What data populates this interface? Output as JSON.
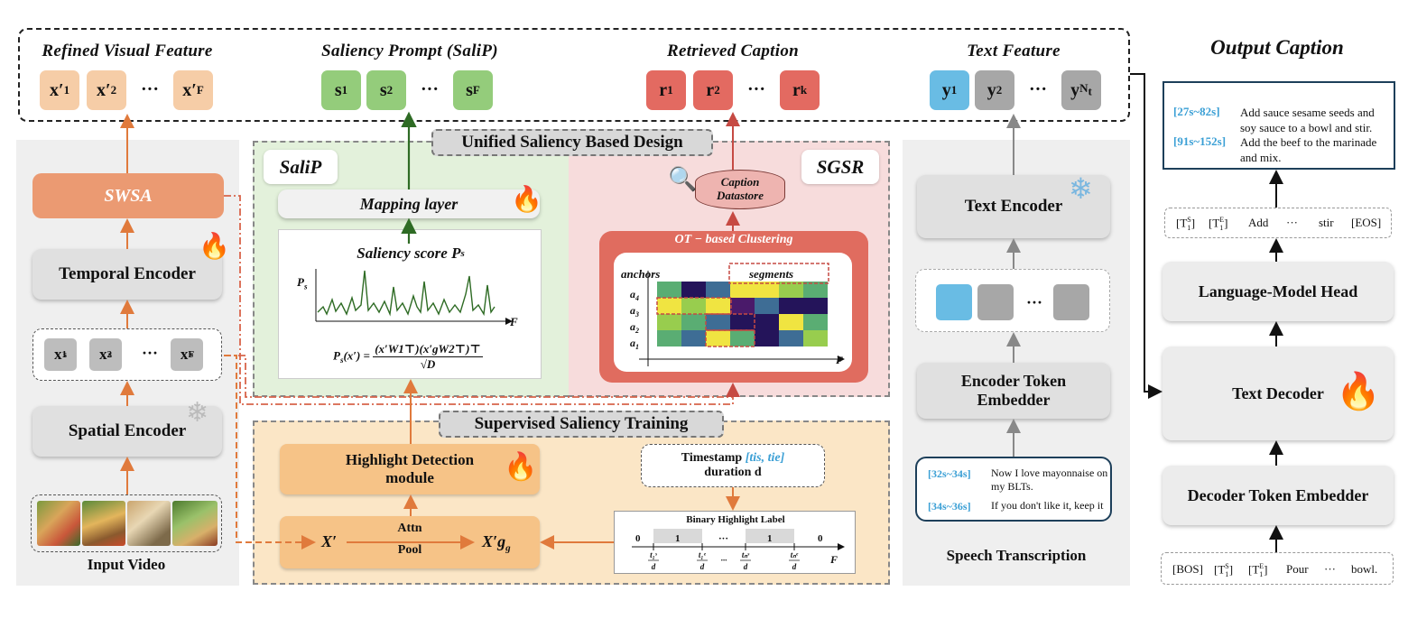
{
  "top": {
    "refined_visual": {
      "title": "Refined Visual Feature",
      "tokens": [
        "x′1",
        "x′2",
        "x′F"
      ]
    },
    "saliency_prompt": {
      "title": "Saliency Prompt (SaliP)",
      "tokens": [
        "s1",
        "s2",
        "sF"
      ]
    },
    "retrieved_caption": {
      "title": "Retrieved Caption",
      "tokens": [
        "r1",
        "r2",
        "rk"
      ]
    },
    "text_feature": {
      "title": "Text Feature",
      "tokens": [
        "y1",
        "y2",
        "yNt"
      ]
    },
    "ellipsis": "···"
  },
  "left": {
    "swsa": "SWSA",
    "temporal_encoder": "Temporal Encoder",
    "spatial_encoder": "Spatial Encoder",
    "tokens": [
      "x1s",
      "x2s",
      "xFs"
    ],
    "input_video": "Input Video"
  },
  "middle": {
    "unified_title": "Unified Saliency Based Design",
    "salip_tag": "SaliP",
    "sgsr_tag": "SGSR",
    "mapping_layer": "Mapping layer",
    "saliency_score": "Saliency score P",
    "ps_axis_y": "P",
    "ps_axis_x": "F",
    "formula_lhs": "P",
    "formula_rhs": "(x′W1⊤)(x′gW2⊤)⊤",
    "formula_den": "√D",
    "caption_datastore": [
      "Caption",
      "Datastore"
    ],
    "ot_title": "OT − based Clustering",
    "anchors": "anchors",
    "segments": "segments",
    "anchor_labels": [
      "a4",
      "a3",
      "a2",
      "a1"
    ],
    "heat_axis_x": "F",
    "supervised_title": "Supervised Saliency Training",
    "highlight_module": [
      "Highlight Detection",
      "module"
    ],
    "x_prime": "X′",
    "attn": "Attn",
    "pool": "Pool",
    "x_prime_g": "X′g",
    "timestamp": "Timestamp",
    "timestamp_math": "[tis, tie]",
    "duration": "duration d",
    "binary_label": "Binary Highlight Label",
    "binary_values": [
      "0",
      "1",
      "···",
      "1",
      "0"
    ],
    "binary_ticks": [
      "t1s/d",
      "t1e/d",
      "···",
      "tns/d",
      "tne/d"
    ],
    "binary_axis": "F"
  },
  "right_col": {
    "text_encoder": "Text Encoder",
    "encoder_embedder": [
      "Encoder Token",
      "Embedder"
    ],
    "embed_dots": "···",
    "transcripts": [
      {
        "time": "[32s~34s]",
        "text": "Now I love mayonnaise on my BLTs."
      },
      {
        "time": "[34s~36s]",
        "text": "If you don't like it, keep it"
      }
    ],
    "speech_label": "Speech Transcription"
  },
  "output": {
    "title": "Output Caption",
    "captions": [
      {
        "time": "[27s~82s]",
        "text": "Add sauce sesame seeds and soy sauce to a bowl and stir."
      },
      {
        "time": "[91s~152s]",
        "text": "Add the beef to the marinade and mix."
      }
    ],
    "out_tokens": [
      "[T1S]",
      "[T1E]",
      "Add",
      "···",
      "stir",
      "[EOS]"
    ],
    "lm_head": "Language-Model Head",
    "text_decoder": "Text Decoder",
    "decoder_embedder": "Decoder Token Embedder",
    "in_tokens": [
      "[BOS]",
      "[T1S]",
      "[T1E]",
      "Pour",
      "···",
      "bowl."
    ]
  },
  "colors": {
    "peach": "#f6cda7",
    "green": "#94cc7b",
    "red": "#e36a61",
    "blue": "#69bce4",
    "orange_arrow": "#e07a3c",
    "dark_green": "#2e6b24",
    "dark_red": "#c64a43"
  }
}
